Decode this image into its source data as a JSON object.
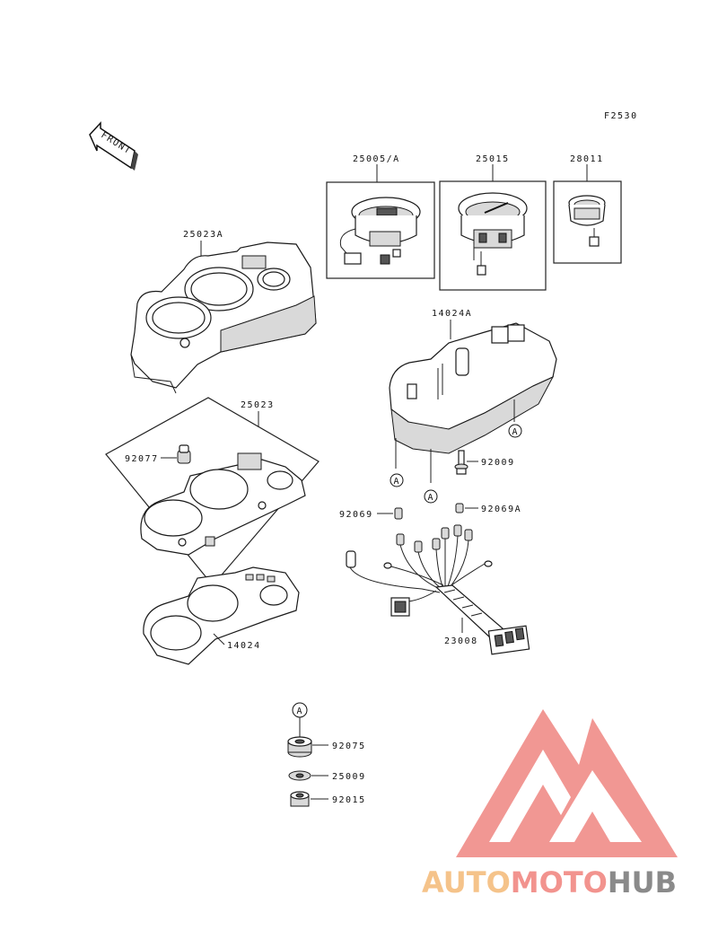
{
  "figure_code": "F2530",
  "front_label": "FRONT",
  "circle_letter": "A",
  "labels": {
    "p25005A": "25005/A",
    "p25015": "25015",
    "p28011": "28011",
    "p25023A": "25023A",
    "p14024A": "14024A",
    "p25023": "25023",
    "p92077": "92077",
    "p92009": "92009",
    "p92069": "92069",
    "p92069A": "92069A",
    "p23008": "23008",
    "p14024": "14024",
    "p92075": "92075",
    "p25009": "25009",
    "p92015": "92015"
  },
  "watermark": {
    "part1": "AUTO",
    "part2": "MOTO",
    "part3": "HUB",
    "colors": {
      "auto": "#f5c38a",
      "moto": "#f2938e",
      "hub": "#8a8a8a",
      "logo": "#f08c88"
    }
  }
}
